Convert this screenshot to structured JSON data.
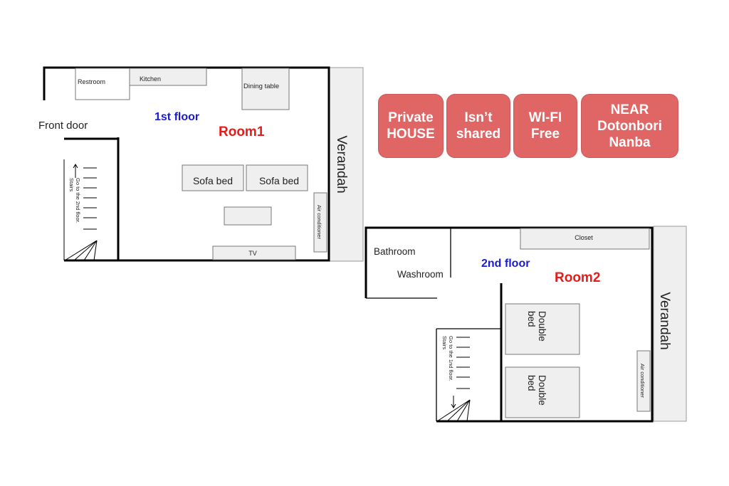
{
  "floor1": {
    "floor_label": "1st floor",
    "room_label": "Room1",
    "front_door": "Front door",
    "restroom": "Restroom",
    "kitchen": "Kitchen",
    "dining_table": "Dining table",
    "sofa_bed_1": "Sofa bed",
    "sofa_bed_2": "Sofa bed",
    "tv": "TV",
    "air_conditioner": "Air conditioner",
    "verandah": "Verandah",
    "stairs_line1": "Stairs",
    "stairs_line2": "Go to the 2nd floor."
  },
  "floor2": {
    "floor_label": "2nd floor",
    "room_label": "Room2",
    "bathroom": "Bathroom",
    "washroom": "Washroom",
    "closet": "Closet",
    "double_bed_1": "Double\nbed",
    "double_bed_2": "Double\nbed",
    "air_conditioner": "Air conditioner",
    "verandah": "Verandah",
    "stairs_line1": "Stairs",
    "stairs_line2": "Go to the 1nd floor."
  },
  "badges": [
    {
      "text": "Private\nHOUSE"
    },
    {
      "text": "Isn’t\nshared"
    },
    {
      "text": "WI-FI\nFree"
    },
    {
      "text": "NEAR\nDotonbori\nNanba"
    }
  ],
  "colors": {
    "floor_label": "#1a1adb",
    "room_label": "#e61c1c",
    "badge_bg": "#e06666",
    "furniture_fill": "#efefef",
    "wall": "#000000"
  }
}
